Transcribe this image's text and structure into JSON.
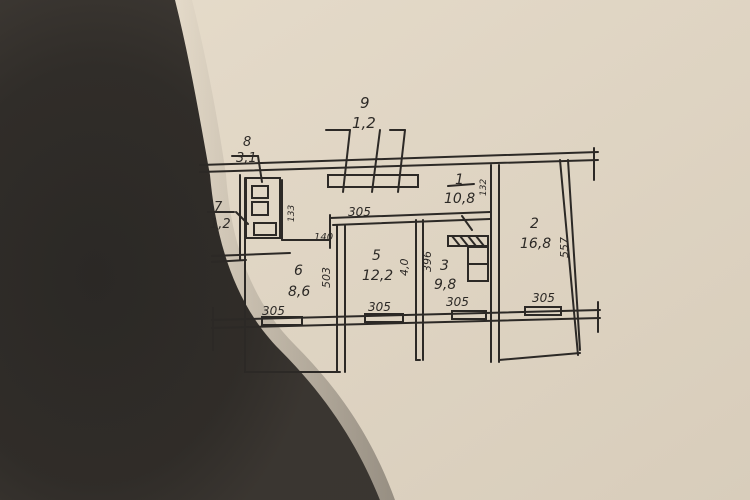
{
  "labels": {
    "room9_num": "9",
    "room9_area": "1,2",
    "room8_num": "8",
    "room8_area": "3,1",
    "room7_num": "7",
    "room7_area": "1,2",
    "room6_num": "6",
    "room6_area": "8,6",
    "room5_num": "5",
    "room5_area": "12,2",
    "room3_num": "3",
    "room3_area": "9,8",
    "room1_num": "1",
    "room1_area": "10,8",
    "room2_num": "2",
    "room2_area": "16,8",
    "dim_305_top": "305",
    "dim_305_a": "305",
    "dim_305_b": "305",
    "dim_305_c": "305",
    "dim_305_d": "305",
    "dim_140": "140",
    "dim_503": "503",
    "dim_40": "4,0",
    "dim_396": "396",
    "dim_557": "557",
    "dim_132": "132",
    "dim_133": "133"
  },
  "colors": {
    "paper": "#e9e0d0",
    "shadow": "#1e1c1a",
    "ink": "#2c2926"
  }
}
